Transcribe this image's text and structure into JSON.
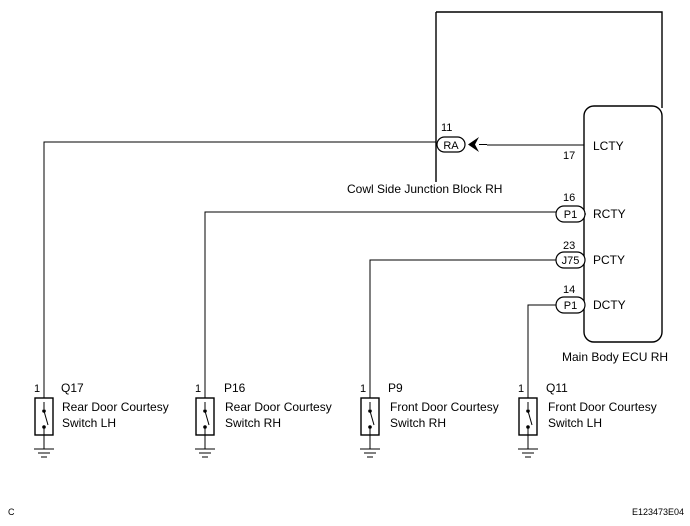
{
  "junction_block": {
    "name": "Cowl Side Junction Block RH",
    "pin": "11",
    "connector": "RA"
  },
  "ecu": {
    "name": "Main Body ECU RH",
    "terminals": [
      {
        "pin": "17",
        "label": "LCTY",
        "connector": ""
      },
      {
        "pin": "16",
        "label": "RCTY",
        "connector": "P1"
      },
      {
        "pin": "23",
        "label": "PCTY",
        "connector": "J75"
      },
      {
        "pin": "14",
        "label": "DCTY",
        "connector": "P1"
      }
    ]
  },
  "switches": [
    {
      "pin": "1",
      "code": "Q17",
      "line1": "Rear Door Courtesy",
      "line2": "Switch LH"
    },
    {
      "pin": "1",
      "code": "P16",
      "line1": "Rear Door Courtesy",
      "line2": "Switch RH"
    },
    {
      "pin": "1",
      "code": "P9",
      "line1": "Front Door Courtesy",
      "line2": "Switch RH"
    },
    {
      "pin": "1",
      "code": "Q11",
      "line1": "Front Door Courtesy",
      "line2": "Switch LH"
    }
  ],
  "footer": {
    "left": "C",
    "right": "E123473E04"
  },
  "icons": {
    "switch": "door-switch-icon",
    "ground": "ground-icon",
    "connector": "connector-arrow-icon"
  }
}
